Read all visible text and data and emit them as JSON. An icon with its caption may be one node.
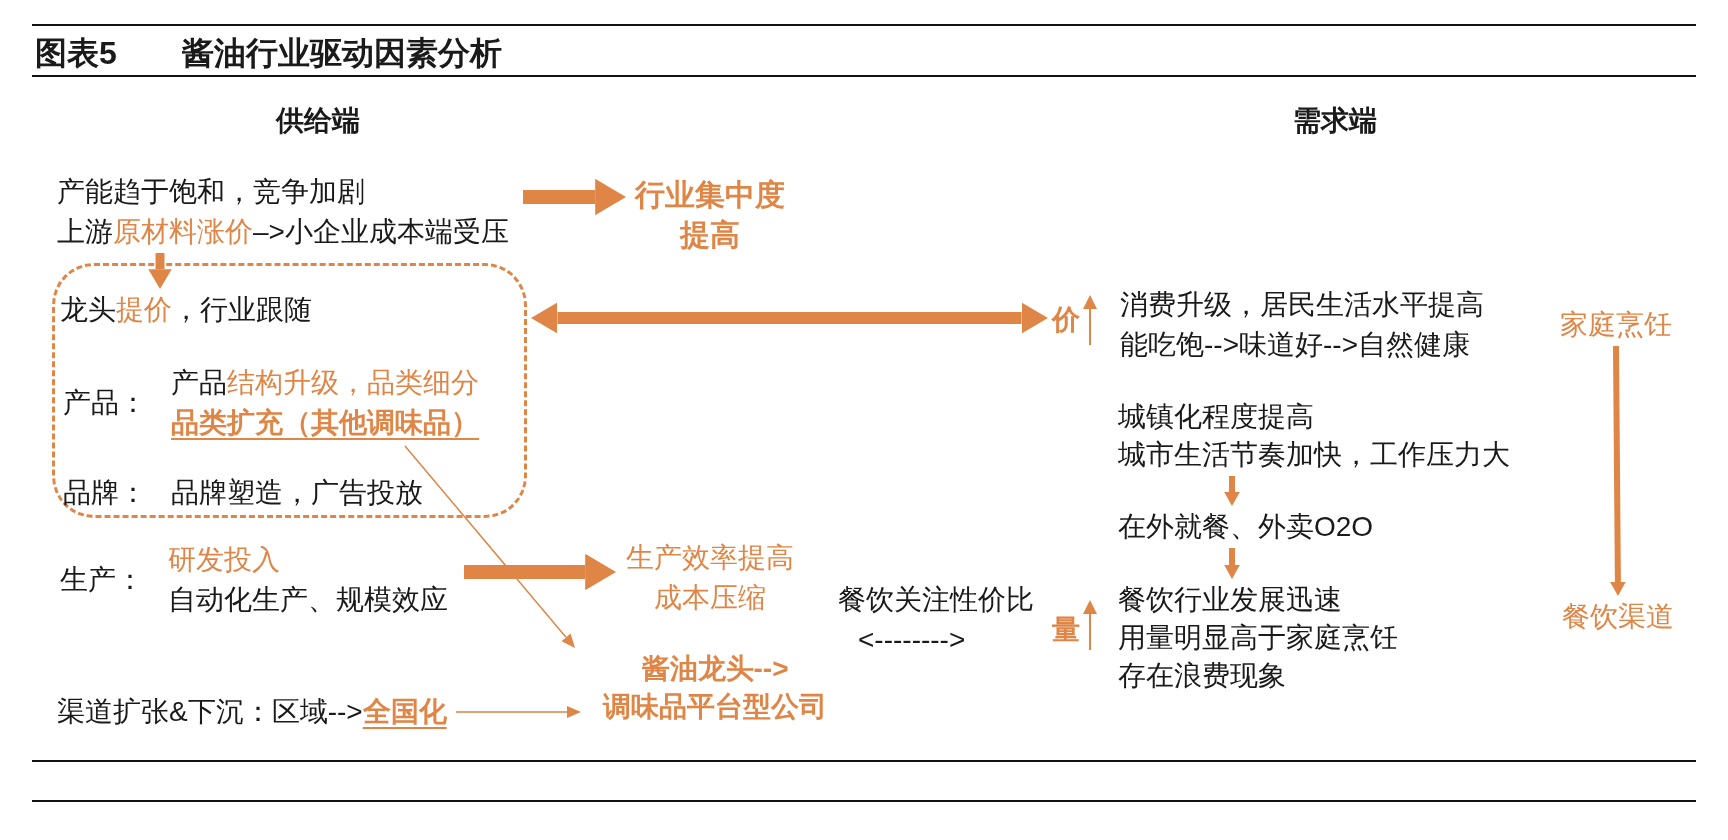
{
  "diagram": {
    "title": "图表5 酱油行业驱动因素分析",
    "nodes": [
      {
        "text": [
          "产能趋于饱和，竞争加剧",
          "上游",
          "原材料涨价",
          "–>小企业成本端受压"
        ]
      },
      {
        "text": [
          "行业集中度提高"
        ]
      },
      {
        "text": [],
        "shape": "box"
      },
      {
        "text": [
          "龙头",
          "提价",
          "，行业跟随"
        ],
        "in": 2
      },
      {
        "text": [
          "产品：",
          "产品",
          "结构升级，品类细分",
          "品类扩充（其他调味品）"
        ],
        "in": 2
      },
      {
        "text": [
          "品牌：",
          "品牌塑造，广告投放"
        ],
        "in": 2
      },
      {
        "text": [
          "生产：",
          "研发投入",
          "自动化生产、规模效应"
        ]
      },
      {
        "text": [
          "生产效率提高成本压缩"
        ]
      },
      {
        "text": [
          "渠道扩张&下沉：区域-->",
          "全国化"
        ]
      },
      {
        "text": [
          "酱油龙头-->",
          "调味品平台型公司"
        ]
      },
      {
        "text": [
          "价"
        ]
      },
      {
        "text": [
          "消费升级，居民生活水平提高",
          "能吃饱-->味道好-->自然健康"
        ]
      },
      {
        "text": [
          "家庭烹饪"
        ]
      },
      {
        "text": [
          "城镇化程度提高",
          "城市生活节奏加快，工作压力大"
        ]
      },
      {
        "text": [
          "在外就餐、外卖O2O"
        ]
      },
      {
        "text": [
          "餐饮行业发展迅速",
          "用量明显高于家庭烹饪",
          "存在浪费现象"
        ]
      },
      {
        "text": [
          "餐饮渠道"
        ]
      },
      {
        "text": [
          "量"
        ]
      },
      {
        "text": [
          "餐饮关注性价比",
          "<-------->"
        ]
      }
    ],
    "edges": [
      {
        "from": 0,
        "to": 1,
        "arrow": "to",
        "style": "thick"
      },
      {
        "from": 0,
        "to": 3,
        "arrow": "to"
      },
      {
        "from": 2,
        "to": 10,
        "arrow": "both",
        "style": "thick"
      },
      {
        "from": 6,
        "to": 7,
        "arrow": "to",
        "style": "thick"
      },
      {
        "from": 4,
        "to": 9,
        "arrow": "to"
      },
      {
        "from": 8,
        "to": 9,
        "arrow": "to"
      },
      {
        "from": 13,
        "to": 14,
        "arrow": "to"
      },
      {
        "from": 14,
        "to": 15,
        "arrow": "to"
      },
      {
        "from": 12,
        "to": 16,
        "arrow": "to"
      }
    ],
    "labels": [
      "供给端",
      "需求端"
    ]
  }
}
